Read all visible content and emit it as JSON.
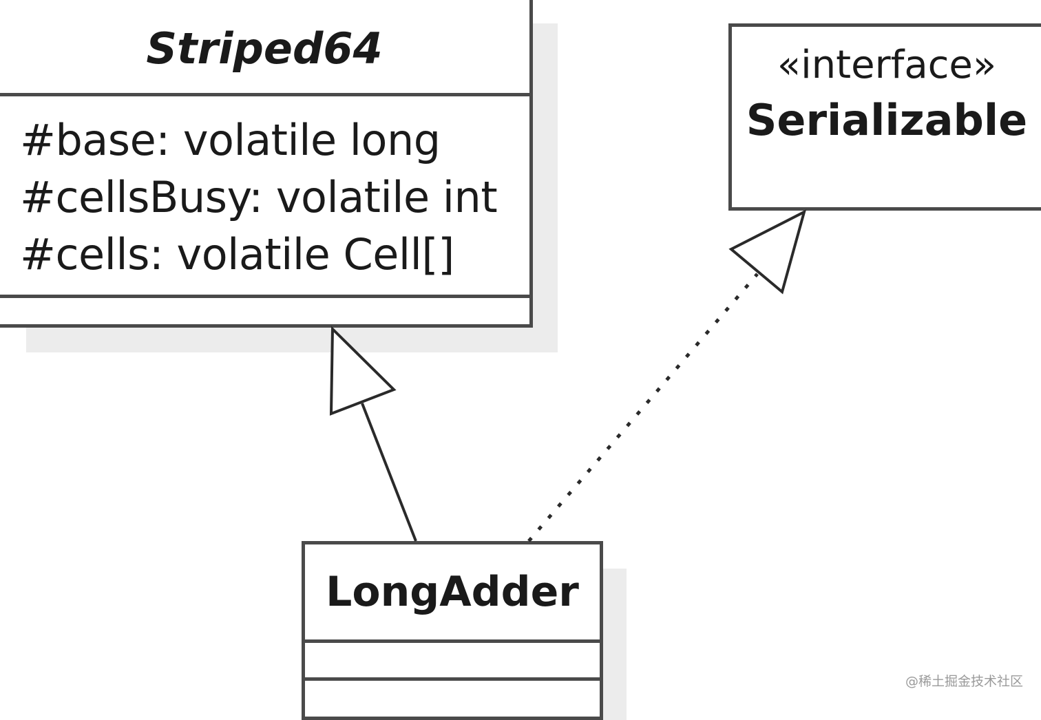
{
  "diagram": {
    "classes": {
      "striped64": {
        "name": "Striped64",
        "attributes": [
          "#base: volatile long",
          "#cellsBusy: volatile int",
          "#cells: volatile Cell[]"
        ]
      },
      "serializable": {
        "stereotype": "«interface»",
        "name": "Serializable"
      },
      "longadder": {
        "name": "LongAdder"
      }
    },
    "relations": [
      {
        "from": "LongAdder",
        "to": "Striped64",
        "kind": "generalization"
      },
      {
        "from": "LongAdder",
        "to": "Serializable",
        "kind": "realization"
      }
    ]
  },
  "watermark": "@稀土掘金技术社区",
  "colors": {
    "border": "#4a4a4a",
    "text": "#1a1a1a",
    "shadow": "#ececec",
    "background": "#ffffff"
  }
}
